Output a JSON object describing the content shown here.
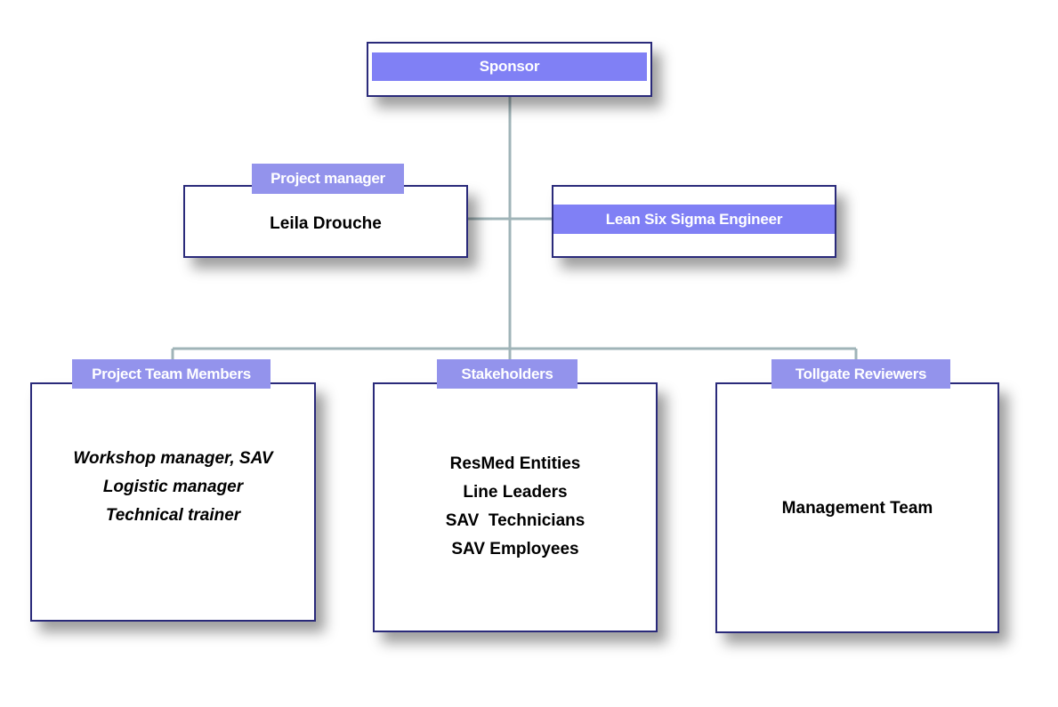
{
  "colors": {
    "border": "#2a2a7a",
    "header_fill": "#8080f5",
    "tab_fill": "#9393ec",
    "connector": "#a0b4b8"
  },
  "sponsor": {
    "title": "Sponsor"
  },
  "project_manager": {
    "tab": "Project manager",
    "name": "Leila Drouche"
  },
  "lean_engineer": {
    "title": "Lean Six Sigma Engineer"
  },
  "team_members": {
    "tab": "Project Team Members",
    "lines": [
      "Workshop manager, SAV",
      "Logistic manager",
      "Technical trainer"
    ]
  },
  "stakeholders": {
    "tab": "Stakeholders",
    "lines": [
      "ResMed Entities",
      "Line Leaders",
      "SAV  Technicians",
      "SAV Employees"
    ]
  },
  "reviewers": {
    "tab": "Tollgate Reviewers",
    "lines": [
      "Management Team"
    ]
  }
}
